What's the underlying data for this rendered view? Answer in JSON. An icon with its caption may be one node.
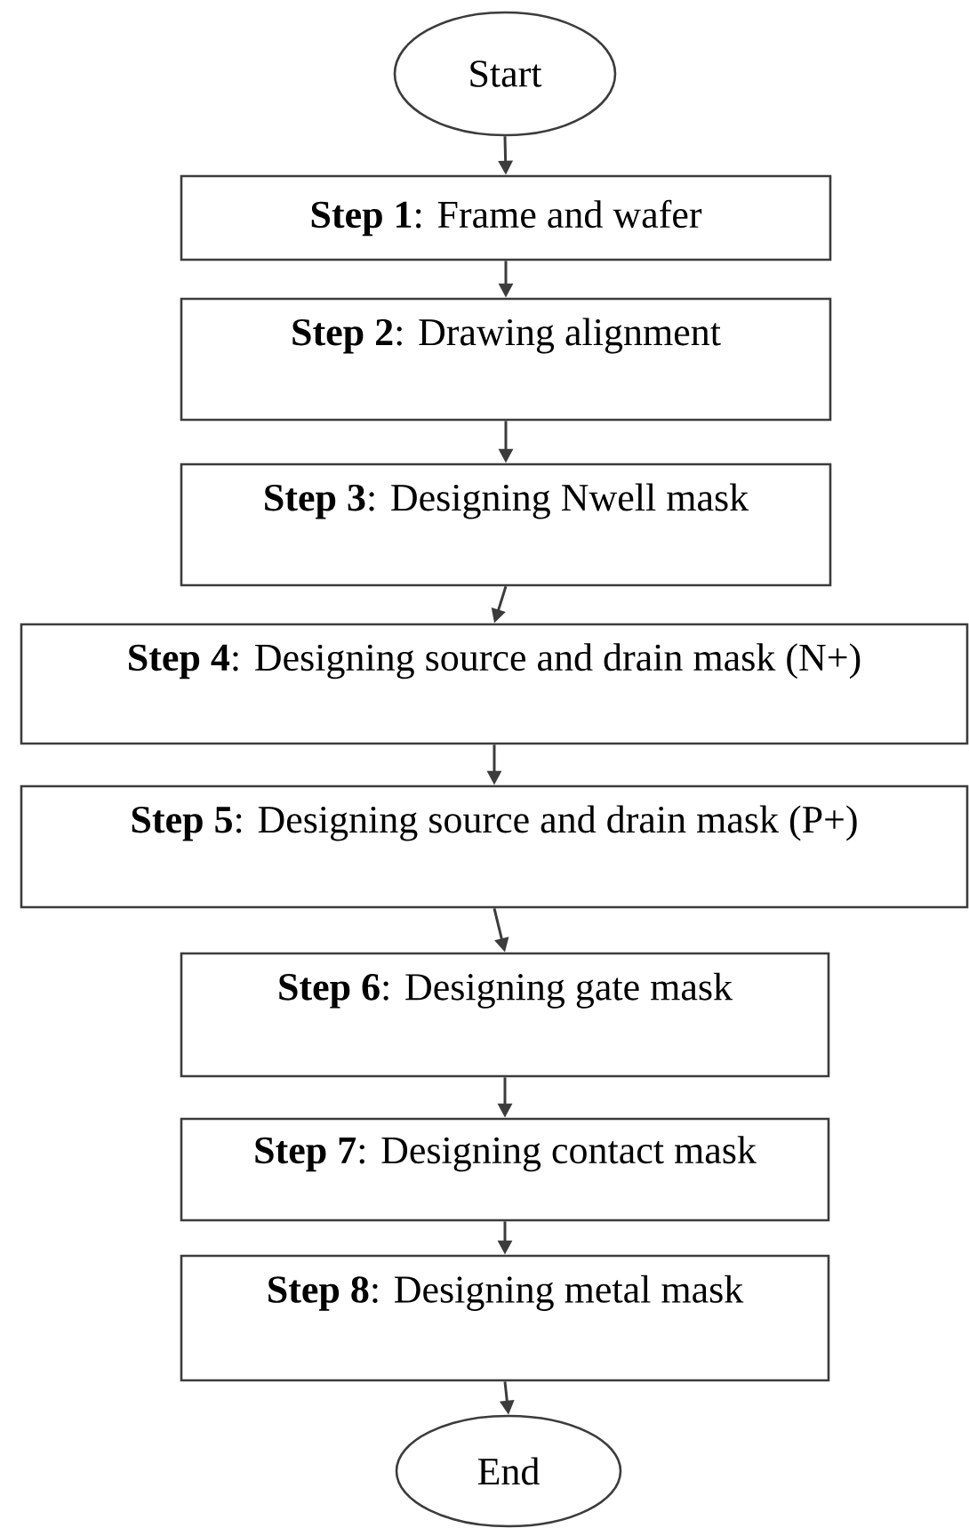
{
  "diagram": {
    "nodes": [
      {
        "text": [
          "Start"
        ]
      },
      {
        "text": [
          "**Step 1**: Frame and wafer"
        ]
      },
      {
        "text": [
          "**Step 2**: Drawing alignment"
        ]
      },
      {
        "text": [
          "**Step 3**: Designing Nwell mask"
        ]
      },
      {
        "text": [
          "**Step 4**: Designing source and drain mask (N+)"
        ]
      },
      {
        "text": [
          "**Step 5**: Designing source and drain mask (P+)"
        ]
      },
      {
        "text": [
          "**Step 6**: Designing gate mask"
        ]
      },
      {
        "text": [
          "**Step 7**: Designing contact mask"
        ]
      },
      {
        "text": [
          "**Step 8**: Designing metal mask"
        ]
      },
      {
        "text": [
          "End"
        ]
      }
    ],
    "edges": [
      {
        "from": 0,
        "to": 1,
        "arrow": "to"
      },
      {
        "from": 1,
        "to": 2,
        "arrow": "to"
      },
      {
        "from": 2,
        "to": 3,
        "arrow": "to"
      },
      {
        "from": 3,
        "to": 4,
        "arrow": "to"
      },
      {
        "from": 4,
        "to": 5,
        "arrow": "to"
      },
      {
        "from": 5,
        "to": 6,
        "arrow": "to"
      },
      {
        "from": 6,
        "to": 7,
        "arrow": "to"
      },
      {
        "from": 7,
        "to": 8,
        "arrow": "to"
      },
      {
        "from": 8,
        "to": 9,
        "arrow": "to"
      }
    ]
  }
}
